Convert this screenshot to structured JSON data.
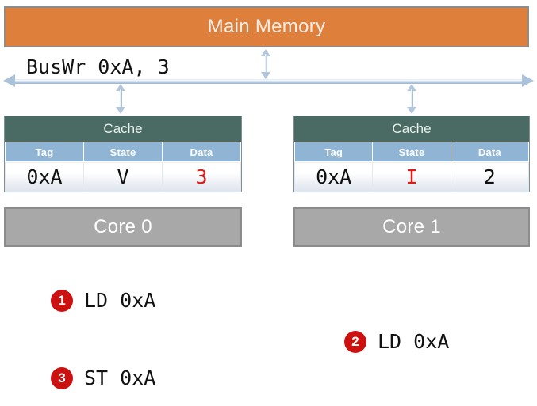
{
  "memory": {
    "label": "Main Memory"
  },
  "bus": {
    "label": "BusWr 0xA, 3"
  },
  "cache_columns": [
    "Tag",
    "State",
    "Data"
  ],
  "nodes": [
    {
      "cache_title": "Cache",
      "tag": "0xA",
      "state": "V",
      "data": "3",
      "core_label": "Core 0"
    },
    {
      "cache_title": "Cache",
      "tag": "0xA",
      "state": "I",
      "data": "2",
      "core_label": "Core 1"
    }
  ],
  "instructions": [
    {
      "number": "1",
      "text": "LD 0xA"
    },
    {
      "number": "2",
      "text": "LD 0xA"
    },
    {
      "number": "3",
      "text": "ST 0xA"
    }
  ],
  "colors": {
    "memory_fill": "#DE7F3C",
    "cache_header": "#4A6B63",
    "column_header": "#8FB4D4",
    "core_fill": "#A8A8A8",
    "badge": "#CC1111",
    "highlight_text": "#E01B1B",
    "bus_arrow": "#AAC2DA"
  }
}
